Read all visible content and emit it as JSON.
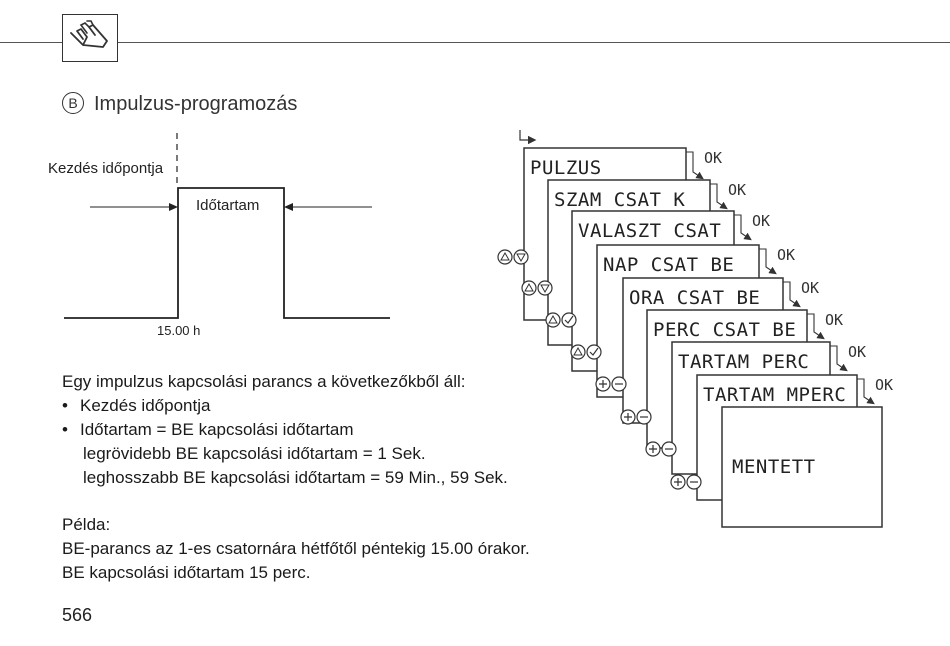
{
  "section": {
    "marker": "B",
    "title": "Impulzus-programozás"
  },
  "timing_diagram": {
    "start_label": "Kezdés időpontja",
    "duration_label": "Időtartam",
    "time_label": "15.00 h"
  },
  "description": {
    "intro": "Egy impulzus kapcsolási parancs a következőkből áll:",
    "bullets": [
      "Kezdés időpontja",
      "Időtartam = BE kapcsolási időtartam"
    ],
    "sub_lines": [
      "legrövidebb BE kapcsolási időtartam  = 1 Sek.",
      "leghosszabb BE kapcsolási időtartam = 59 Min., 59 Sek."
    ]
  },
  "example": {
    "heading": "Példa:",
    "lines": [
      "BE-parancs az 1-es csatornára hétfőtől péntekig 15.00 órakor.",
      "BE kapcsolási időtartam 15 perc."
    ]
  },
  "page_number": "566",
  "menu_screens": [
    "PULZUS",
    "SZAM CSAT K",
    "VALASZT CSAT",
    "NAP CSAT BE",
    "ORA CSAT BE",
    "PERC CSAT BE",
    "TARTAM PERC",
    "TARTAM MPERC",
    "MENTETT"
  ],
  "ok_label": "OK",
  "icons": {
    "header": "hand-pointing-icon",
    "up": "triangle-up-button-icon",
    "down": "triangle-down-button-icon",
    "check": "check-button-icon",
    "plus": "plus-button-icon",
    "minus": "minus-button-icon"
  }
}
